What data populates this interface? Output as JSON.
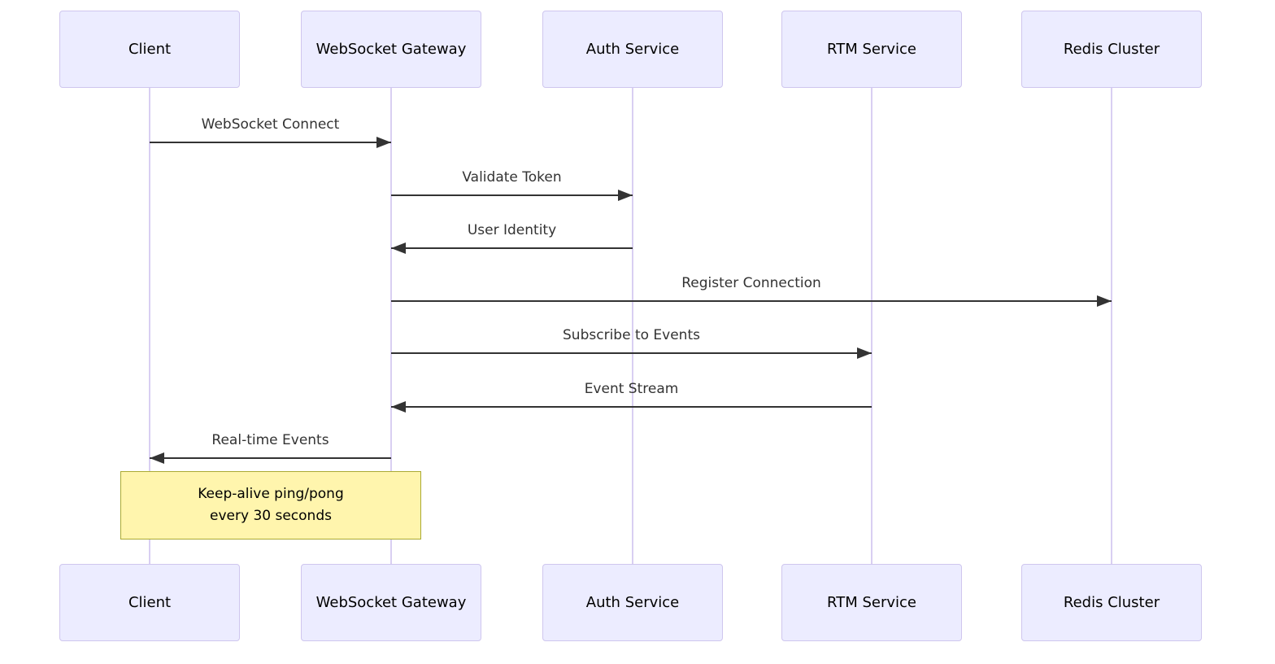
{
  "diagram_type": "sequence",
  "participants": [
    {
      "id": "client",
      "label": "Client"
    },
    {
      "id": "websocket-gateway",
      "label": "WebSocket Gateway"
    },
    {
      "id": "auth-service",
      "label": "Auth Service"
    },
    {
      "id": "rtm-service",
      "label": "RTM Service"
    },
    {
      "id": "redis-cluster",
      "label": "Redis Cluster"
    }
  ],
  "messages": [
    {
      "from": "client",
      "to": "websocket-gateway",
      "label": "WebSocket Connect",
      "line": "solid",
      "arrow": "filled"
    },
    {
      "from": "websocket-gateway",
      "to": "auth-service",
      "label": "Validate Token",
      "line": "solid",
      "arrow": "filled"
    },
    {
      "from": "auth-service",
      "to": "websocket-gateway",
      "label": "User Identity",
      "line": "solid",
      "arrow": "filled"
    },
    {
      "from": "websocket-gateway",
      "to": "redis-cluster",
      "label": "Register Connection",
      "line": "solid",
      "arrow": "filled"
    },
    {
      "from": "websocket-gateway",
      "to": "rtm-service",
      "label": "Subscribe to Events",
      "line": "solid",
      "arrow": "filled"
    },
    {
      "from": "rtm-service",
      "to": "websocket-gateway",
      "label": "Event Stream",
      "line": "solid",
      "arrow": "filled"
    },
    {
      "from": "websocket-gateway",
      "to": "client",
      "label": "Real-time Events",
      "line": "solid",
      "arrow": "filled"
    }
  ],
  "note": {
    "over": [
      "client",
      "websocket-gateway"
    ],
    "lines": [
      "Keep-alive ping/pong",
      "every 30 seconds"
    ]
  },
  "colors": {
    "background": "#FFFFFF",
    "actor_fill": "#ECECFF",
    "actor_border": "#CFC6EE",
    "actor_text": "#000000",
    "lifeline": "#D9CFF2",
    "message_line": "#333333",
    "message_text": "#333333",
    "note_fill": "#FFF5AD",
    "note_border": "#AAAA33",
    "note_text": "#000000"
  }
}
